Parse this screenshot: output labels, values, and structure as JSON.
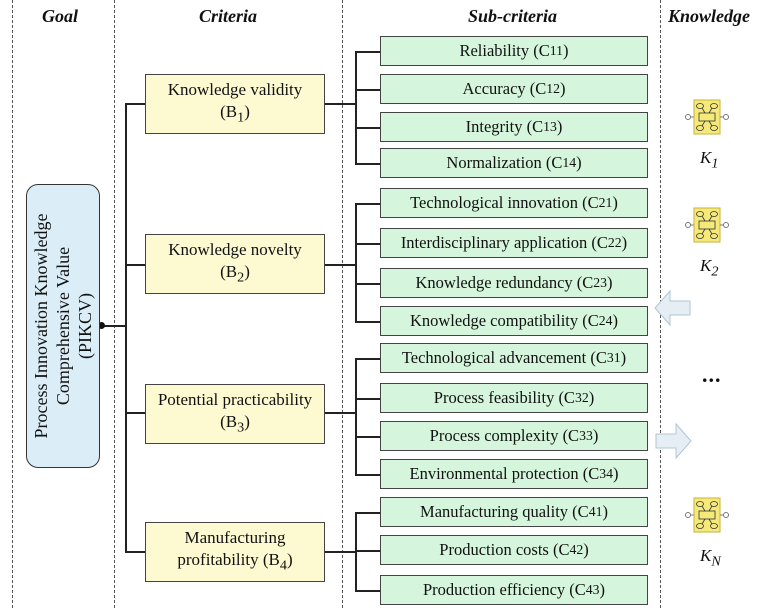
{
  "headers": {
    "goal": "Goal",
    "criteria": "Criteria",
    "subcriteria": "Sub-criteria",
    "knowledge": "Knowledge"
  },
  "goal": {
    "line1": "Process Innovation Knowledge",
    "line2": "Comprehensive Value",
    "line3": "(PIKCV)"
  },
  "criteria": [
    {
      "name": "Knowledge validity",
      "code": "(B",
      "sub": "1",
      "close": ")"
    },
    {
      "name": "Knowledge novelty",
      "code": "(B",
      "sub": "2",
      "close": ")"
    },
    {
      "name": "Potential practicability",
      "code": "(B",
      "sub": "3",
      "close": ")"
    },
    {
      "name": "Manufacturing",
      "name2": "profitability (B",
      "sub": "4",
      "close": ")"
    }
  ],
  "subcriteria": [
    {
      "name": "Reliability (C",
      "sub": "11",
      "close": ")"
    },
    {
      "name": "Accuracy (C",
      "sub": "12",
      "close": ")"
    },
    {
      "name": "Integrity (C",
      "sub": "13",
      "close": ")"
    },
    {
      "name": "Normalization (C",
      "sub": "14",
      "close": ")"
    },
    {
      "name": "Technological innovation (C",
      "sub": "21",
      "close": ")"
    },
    {
      "name": "Interdisciplinary application (C",
      "sub": "22",
      "close": ")"
    },
    {
      "name": "Knowledge redundancy (C",
      "sub": "23",
      "close": ")"
    },
    {
      "name": "Knowledge compatibility (C",
      "sub": "24",
      "close": ")"
    },
    {
      "name": "Technological advancement (C",
      "sub": "31",
      "close": ")"
    },
    {
      "name": "Process feasibility (C",
      "sub": "32",
      "close": ")"
    },
    {
      "name": "Process complexity (C",
      "sub": "33",
      "close": ")"
    },
    {
      "name": "Environmental protection (C",
      "sub": "34",
      "close": ")"
    },
    {
      "name": "Manufacturing quality (C",
      "sub": "41",
      "close": ")"
    },
    {
      "name": "Production costs (C",
      "sub": "42",
      "close": ")"
    },
    {
      "name": "Production efficiency (C",
      "sub": "43",
      "close": ")"
    }
  ],
  "knowledge": [
    {
      "letter": "K",
      "sub": "1"
    },
    {
      "letter": "K",
      "sub": "2"
    },
    {
      "letter": "K",
      "sub": "N"
    }
  ],
  "ellipsis": "...",
  "colors": {
    "goal_fill": "#dbeef7",
    "criteria_fill": "#fdfad1",
    "subcriteria_fill": "#d5f6dc",
    "knowledge_fill": "#f5e97a",
    "arrow_fill": "#e4eef4"
  },
  "icons": [
    "knowledge-node-icon",
    "left-arrow-icon",
    "right-arrow-icon"
  ]
}
